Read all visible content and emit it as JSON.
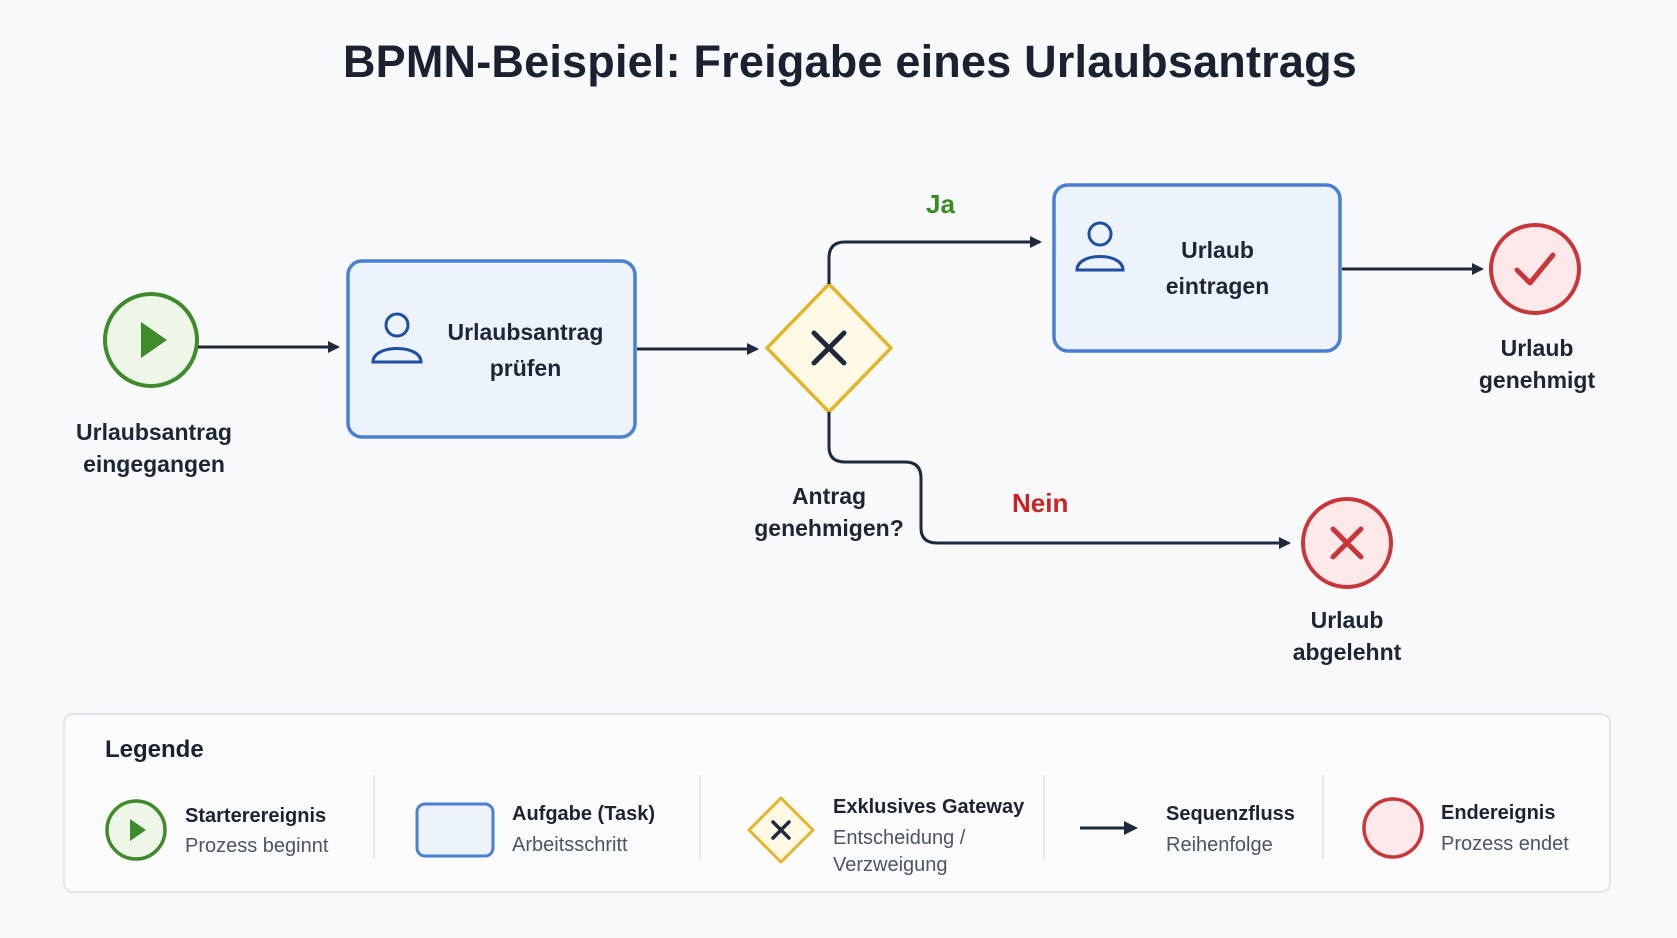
{
  "title": "BPMN-Beispiel: Freigabe eines Urlaubsantrags",
  "colors": {
    "start": "#3f8a2a",
    "start_fill": "#eef6e8",
    "task_border": "#4a7fd4",
    "task_fill": "#edf3fc",
    "gateway": "#e3b52a",
    "gateway_fill": "#fff9e5",
    "end": "#c9363a",
    "end_fill": "#fde9ea",
    "arrow": "#1e2a3c",
    "yes": "#3b8a22",
    "no": "#cc2222"
  },
  "nodes": {
    "start": {
      "label_line1": "Urlaubsantrag",
      "label_line2": "eingegangen",
      "icon": "play-icon"
    },
    "task1": {
      "line1": "Urlaubsantrag",
      "line2": "prüfen",
      "icon": "user-icon"
    },
    "gateway": {
      "label_line1": "Antrag",
      "label_line2": "genehmigen?",
      "icon": "x-icon"
    },
    "task2": {
      "line1": "Urlaub",
      "line2": "eintragen",
      "icon": "user-icon"
    },
    "end_approved": {
      "label_line1": "Urlaub",
      "label_line2": "genehmigt",
      "icon": "check-icon"
    },
    "end_rejected": {
      "label_line1": "Urlaub",
      "label_line2": "abgelehnt",
      "icon": "x-icon"
    }
  },
  "flows": {
    "yes_label": "Ja",
    "no_label": "Nein"
  },
  "legend": {
    "title": "Legende",
    "items": [
      {
        "name": "Starterereignis",
        "desc1": "Prozess beginnt",
        "desc2": "",
        "icon": "start-event-icon"
      },
      {
        "name": "Aufgabe (Task)",
        "desc1": "Arbeitsschritt",
        "desc2": "",
        "icon": "task-icon"
      },
      {
        "name": "Exklusives Gateway",
        "desc1": "Entscheidung /",
        "desc2": "Verzweigung",
        "icon": "gateway-icon"
      },
      {
        "name": "Sequenzfluss",
        "desc1": "Reihenfolge",
        "desc2": "",
        "icon": "arrow-icon"
      },
      {
        "name": "Endereignis",
        "desc1": "Prozess endet",
        "desc2": "",
        "icon": "end-event-icon"
      }
    ]
  }
}
